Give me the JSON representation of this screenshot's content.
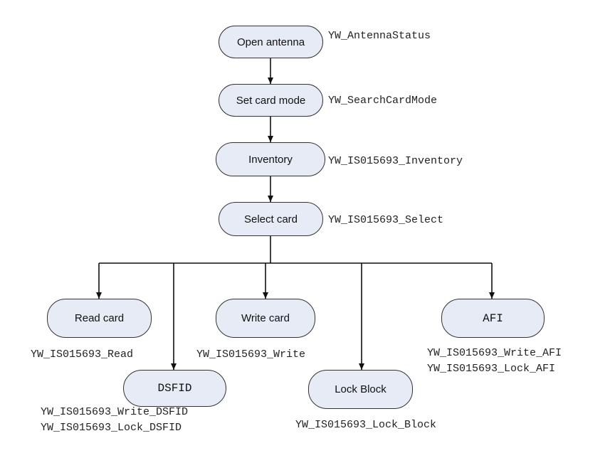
{
  "nodes": {
    "open_antenna": "Open antenna",
    "set_card_mode": "Set card mode",
    "inventory": "Inventory",
    "select_card": "Select card",
    "read_card": "Read card",
    "write_card": "Write card",
    "afi": "AFI",
    "dsfid": "DSFID",
    "lock_block": "Lock Block"
  },
  "functions": {
    "open_antenna": "YW_AntennaStatus",
    "set_card_mode": "YW_SearchCardMode",
    "inventory": "YW_IS015693_Inventory",
    "select_card": "YW_IS015693_Select",
    "read_card": "YW_IS015693_Read",
    "write_card": "YW_IS015693_Write",
    "afi": [
      "YW_IS015693_Write_AFI",
      "YW_IS015693_Lock_AFI"
    ],
    "dsfid": [
      "YW_IS015693_Write_DSFID",
      "YW_IS015693_Lock_DSFID"
    ],
    "lock_block": "YW_IS015693_Lock_Block"
  }
}
